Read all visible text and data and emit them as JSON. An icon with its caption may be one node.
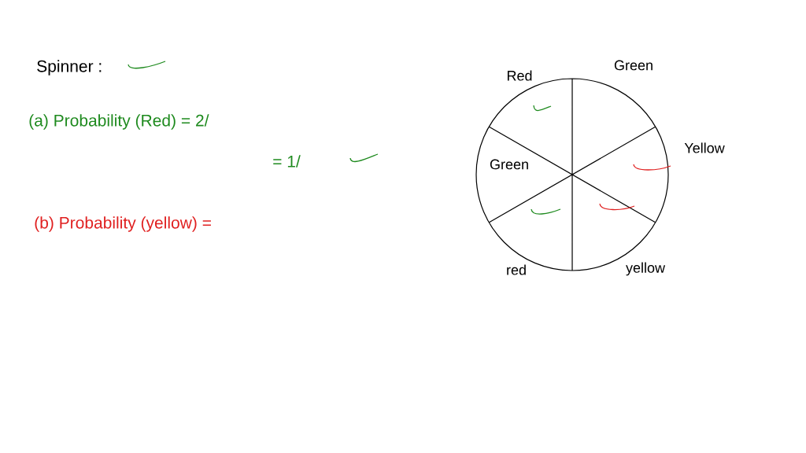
{
  "diagram": {
    "labels": [
      "Spinner :",
      "(a) Probability (Red) = 2/",
      "= 1/",
      "(b) Probability (yellow) =",
      "Red",
      "Green",
      "Yellow",
      "Green",
      "red",
      "yellow"
    ]
  }
}
